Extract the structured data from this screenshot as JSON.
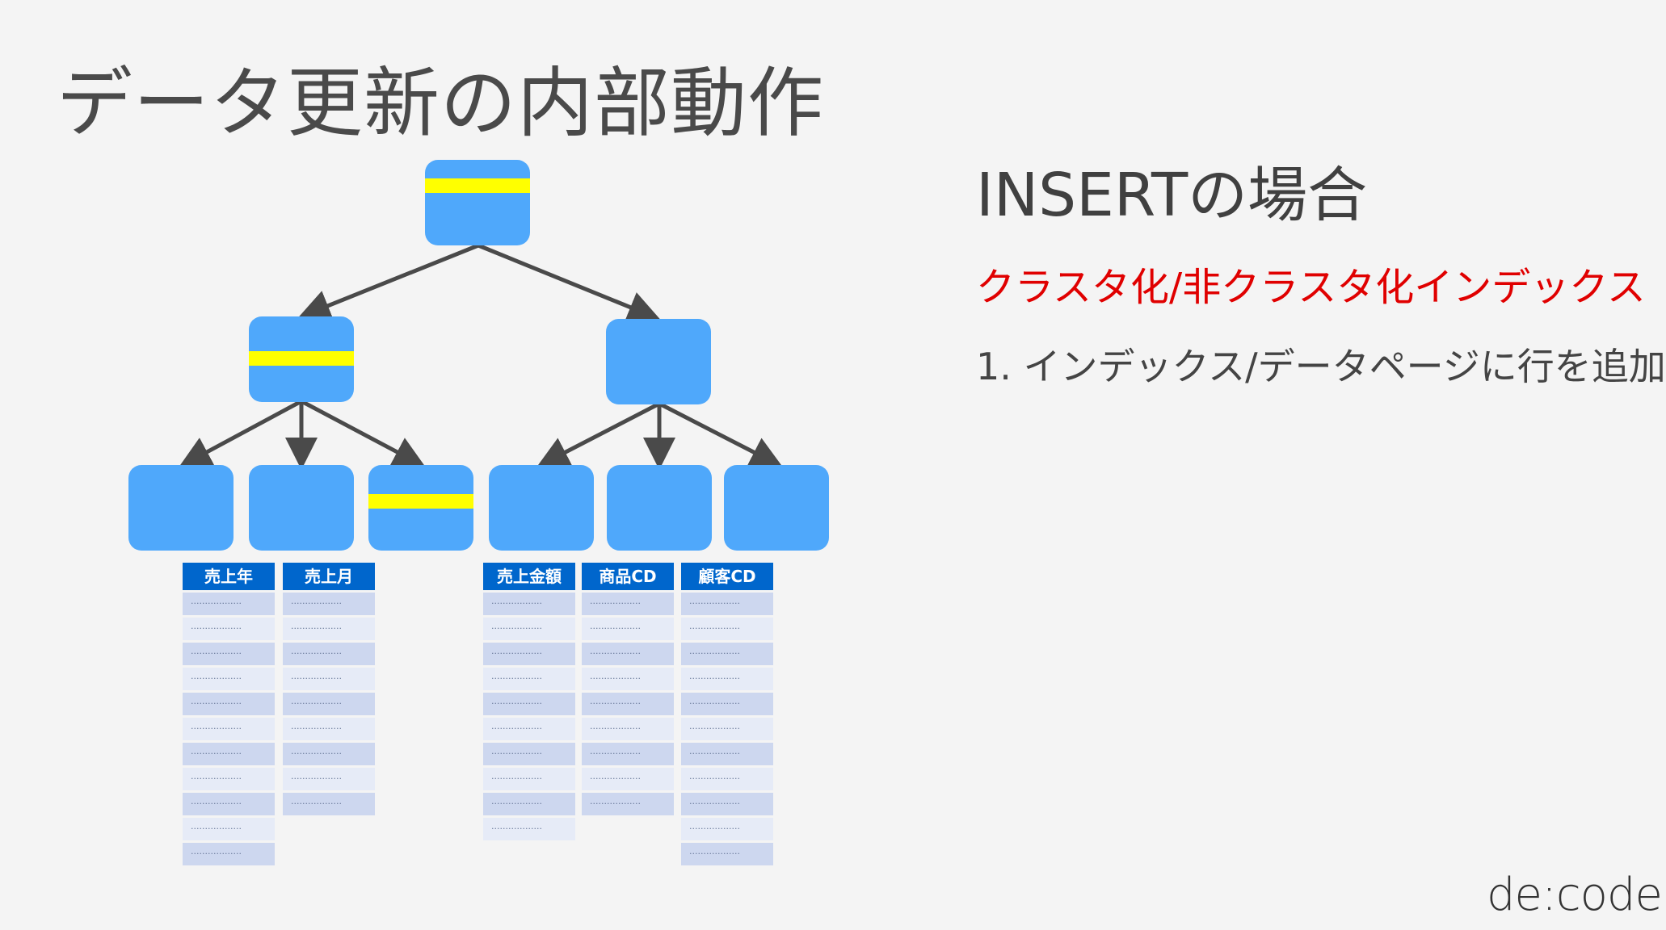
{
  "slide": {
    "title": "データ更新の内部動作",
    "heading": "INSERTの場合",
    "subtitle": "クラスタ化/非クラスタ化インデックス",
    "step": "1. インデックス/データページに行を追加",
    "logo": "de:code"
  },
  "tables": [
    {
      "header": "売上年",
      "rows": 11
    },
    {
      "header": "売上月",
      "rows": 9
    },
    {
      "header": "売上金額",
      "rows": 10
    },
    {
      "header": "商品CD",
      "rows": 9
    },
    {
      "header": "顧客CD",
      "rows": 11
    }
  ],
  "row_placeholder": "..................",
  "colors": {
    "node": "#4fa8fb",
    "highlight": "#ffff00",
    "arrow": "#4a4a4a",
    "table_header": "#0066cc",
    "subtitle": "#e00000"
  }
}
